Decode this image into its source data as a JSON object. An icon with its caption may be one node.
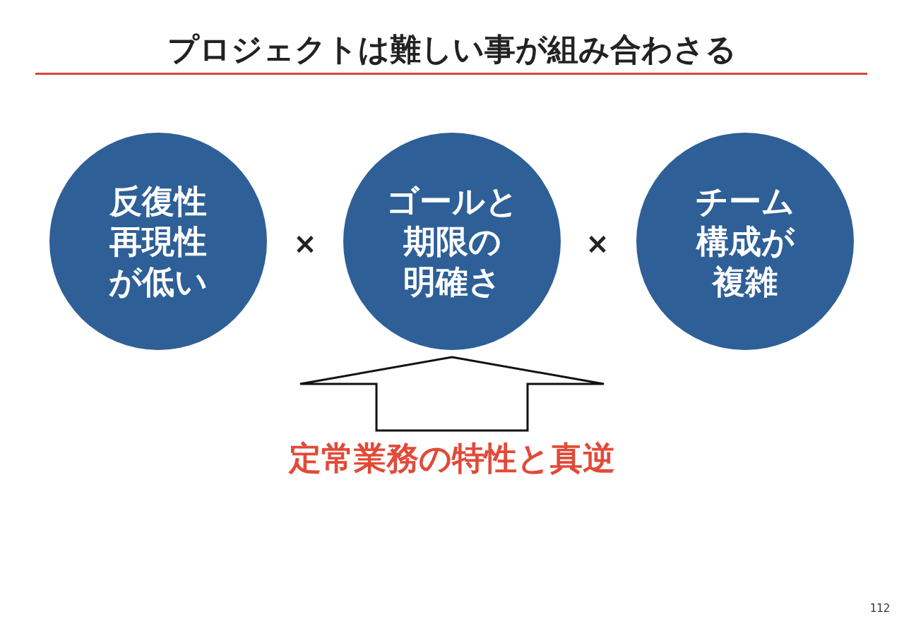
{
  "diagram": {
    "title": "プロジェクトは難しい事が組み合わさる",
    "nodes": [
      {
        "text": [
          "反復性再現性が低い"
        ]
      },
      {
        "text": [
          "ゴールと期限の明確さ"
        ]
      },
      {
        "text": [
          "チーム構成が複雑"
        ]
      },
      {
        "text": [
          "定常業務の特性と真逆"
        ]
      }
    ],
    "edges": [
      {
        "from": 3,
        "to": 1,
        "arrow": "to"
      }
    ],
    "labels": [
      "×",
      "×",
      "112"
    ]
  }
}
